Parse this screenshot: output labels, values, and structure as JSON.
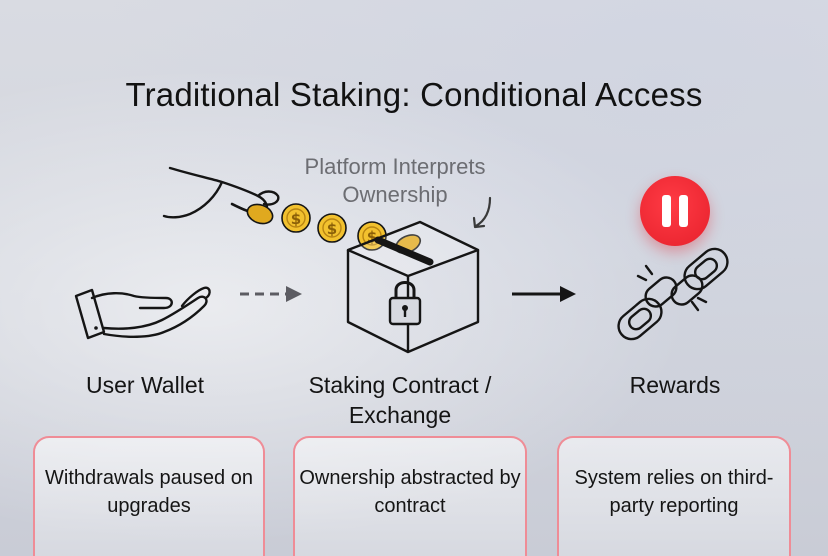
{
  "title": "Traditional Staking: Conditional Access",
  "annotation": "Platform Interprets Ownership",
  "nodes": [
    {
      "label": "User Wallet",
      "icon": "open-hand-icon"
    },
    {
      "label": "Staking Contract / Exchange",
      "icon": "locked-box-icon"
    },
    {
      "label": "Rewards",
      "icon": "broken-chain-icon"
    }
  ],
  "notes": [
    "Withdrawals paused on upgrades",
    "Ownership abstracted by contract",
    "System relies on third-party reporting"
  ],
  "coin_symbol": "$",
  "colors": {
    "accent_red": "#e6202b",
    "card_border": "#ef8c96",
    "coin_gold": "#f2c12e",
    "annotation_gray": "#6c6d72"
  }
}
